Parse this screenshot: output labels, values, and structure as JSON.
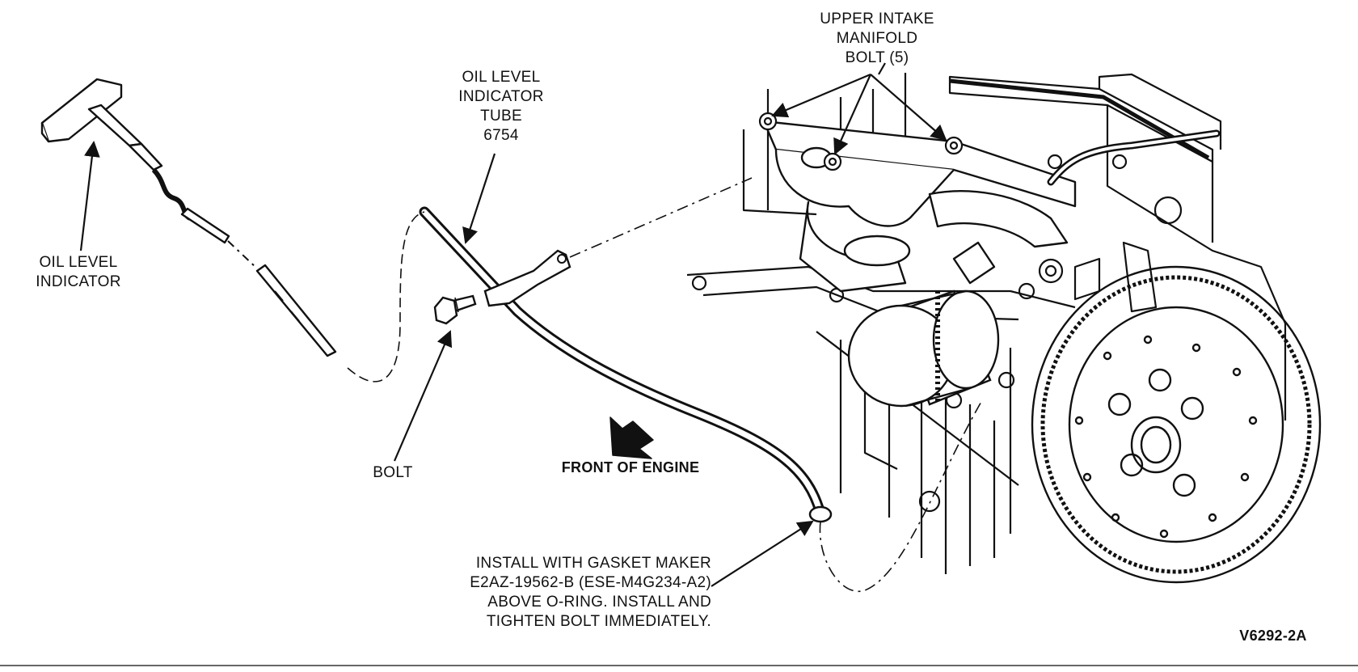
{
  "labels": {
    "oil_level_indicator": [
      "OIL LEVEL",
      "INDICATOR"
    ],
    "oil_level_indicator_tube": [
      "OIL LEVEL",
      "INDICATOR",
      "TUBE",
      "6754"
    ],
    "upper_intake_manifold_bolt": [
      "UPPER INTAKE",
      "MANIFOLD",
      "BOLT (5)"
    ],
    "bolt": "BOLT",
    "front_of_engine": "FRONT OF ENGINE",
    "install_note": [
      "INSTALL WITH GASKET MAKER",
      "E2AZ-19562-B (ESE-M4G234-A2)",
      "ABOVE O-RING. INSTALL AND",
      "TIGHTEN BOLT IMMEDIATELY."
    ],
    "figure_code": "V6292-2A"
  },
  "icons": {
    "front_arrow": "front-direction-arrow-icon"
  }
}
